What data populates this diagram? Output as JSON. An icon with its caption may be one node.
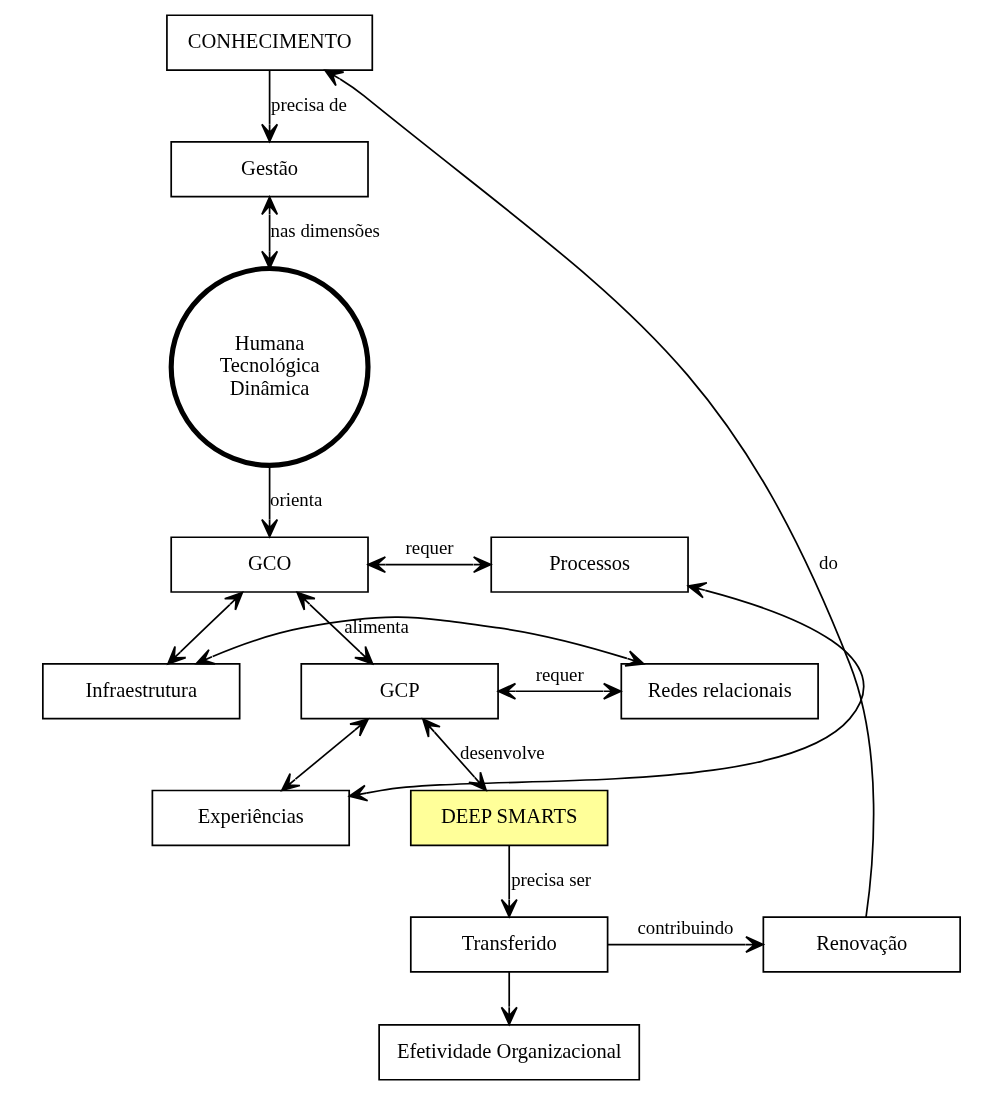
{
  "diagram": {
    "nodes": [
      {
        "text": [
          "CONHECIMENTO"
        ]
      },
      {
        "text": [
          "Gestão"
        ]
      },
      {
        "text": [
          "Humana",
          "Tecnológica",
          "Dinâmica"
        ]
      },
      {
        "text": [
          "GCO"
        ]
      },
      {
        "text": [
          "Processos"
        ]
      },
      {
        "text": [
          "Infraestrutura"
        ]
      },
      {
        "text": [
          "GCP"
        ]
      },
      {
        "text": [
          "Redes relacionais"
        ]
      },
      {
        "text": [
          "Experiências"
        ]
      },
      {
        "text": [
          "DEEP SMARTS"
        ]
      },
      {
        "text": [
          "Transferido"
        ]
      },
      {
        "text": [
          "Renovação"
        ]
      },
      {
        "text": [
          "Efetividade Organizacional"
        ]
      }
    ],
    "edges": [
      {
        "from": 11,
        "to": 0,
        "arrow": "to",
        "label": "do"
      },
      {
        "from": 0,
        "to": 1,
        "arrow": "to",
        "label": "precisa de"
      },
      {
        "from": 1,
        "to": 2,
        "arrow": "both",
        "label": "nas dimensões"
      },
      {
        "from": 2,
        "to": 3,
        "arrow": "to",
        "label": "orienta"
      },
      {
        "from": 3,
        "to": 4,
        "arrow": "both",
        "label": "requer"
      },
      {
        "from": 3,
        "to": 5,
        "arrow": "both"
      },
      {
        "from": 3,
        "to": 6,
        "arrow": "both",
        "label": "alimenta"
      },
      {
        "from": 6,
        "to": 7,
        "arrow": "both",
        "label": "requer"
      },
      {
        "from": 6,
        "to": 8,
        "arrow": "both"
      },
      {
        "from": 6,
        "to": 9,
        "arrow": "both",
        "label": "desenvolve"
      },
      {
        "from": 9,
        "to": 10,
        "arrow": "to",
        "label": "precisa ser"
      },
      {
        "from": 10,
        "to": 11,
        "arrow": "to",
        "label": "contribuindo"
      },
      {
        "from": 10,
        "to": 12,
        "arrow": "to"
      },
      {
        "from": 8,
        "to": 4,
        "arrow": "both"
      },
      {
        "from": 5,
        "to": 7,
        "arrow": "both"
      }
    ]
  }
}
